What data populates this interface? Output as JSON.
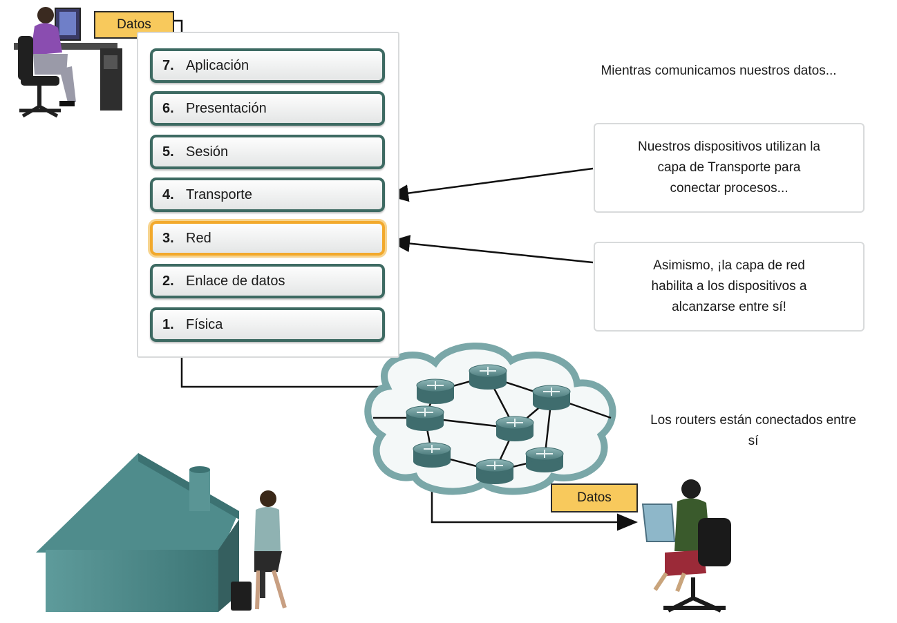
{
  "data_tags": {
    "top": "Datos",
    "bottom": "Datos"
  },
  "osi_layers": [
    {
      "num": "7.",
      "name": "Aplicación"
    },
    {
      "num": "6.",
      "name": "Presentación"
    },
    {
      "num": "5.",
      "name": "Sesión"
    },
    {
      "num": "4.",
      "name": "Transporte"
    },
    {
      "num": "3.",
      "name": "Red"
    },
    {
      "num": "2.",
      "name": "Enlace de datos"
    },
    {
      "num": "1.",
      "name": "Física"
    }
  ],
  "highlighted_layer": "3.",
  "texts": {
    "intro": "Mientras comunicamos nuestros datos...",
    "transport_callout": [
      "Nuestros dispositivos utilizan la",
      "capa de Transporte para",
      "conectar procesos..."
    ],
    "network_callout": [
      "Asimismo, ¡la capa de red",
      "habilita a los dispositivos a",
      "alcanzarse entre sí!"
    ],
    "routers_note": [
      "Los routers están conectados entre",
      "sí"
    ]
  },
  "colors": {
    "layer_border": "#3d6a62",
    "highlight_border": "#f2a92c",
    "data_tag_fill": "#f8c95c",
    "router_fill": "#5f8f90",
    "cloud_stroke": "#7aa7a8",
    "house_fill": "#4f8c8c"
  }
}
